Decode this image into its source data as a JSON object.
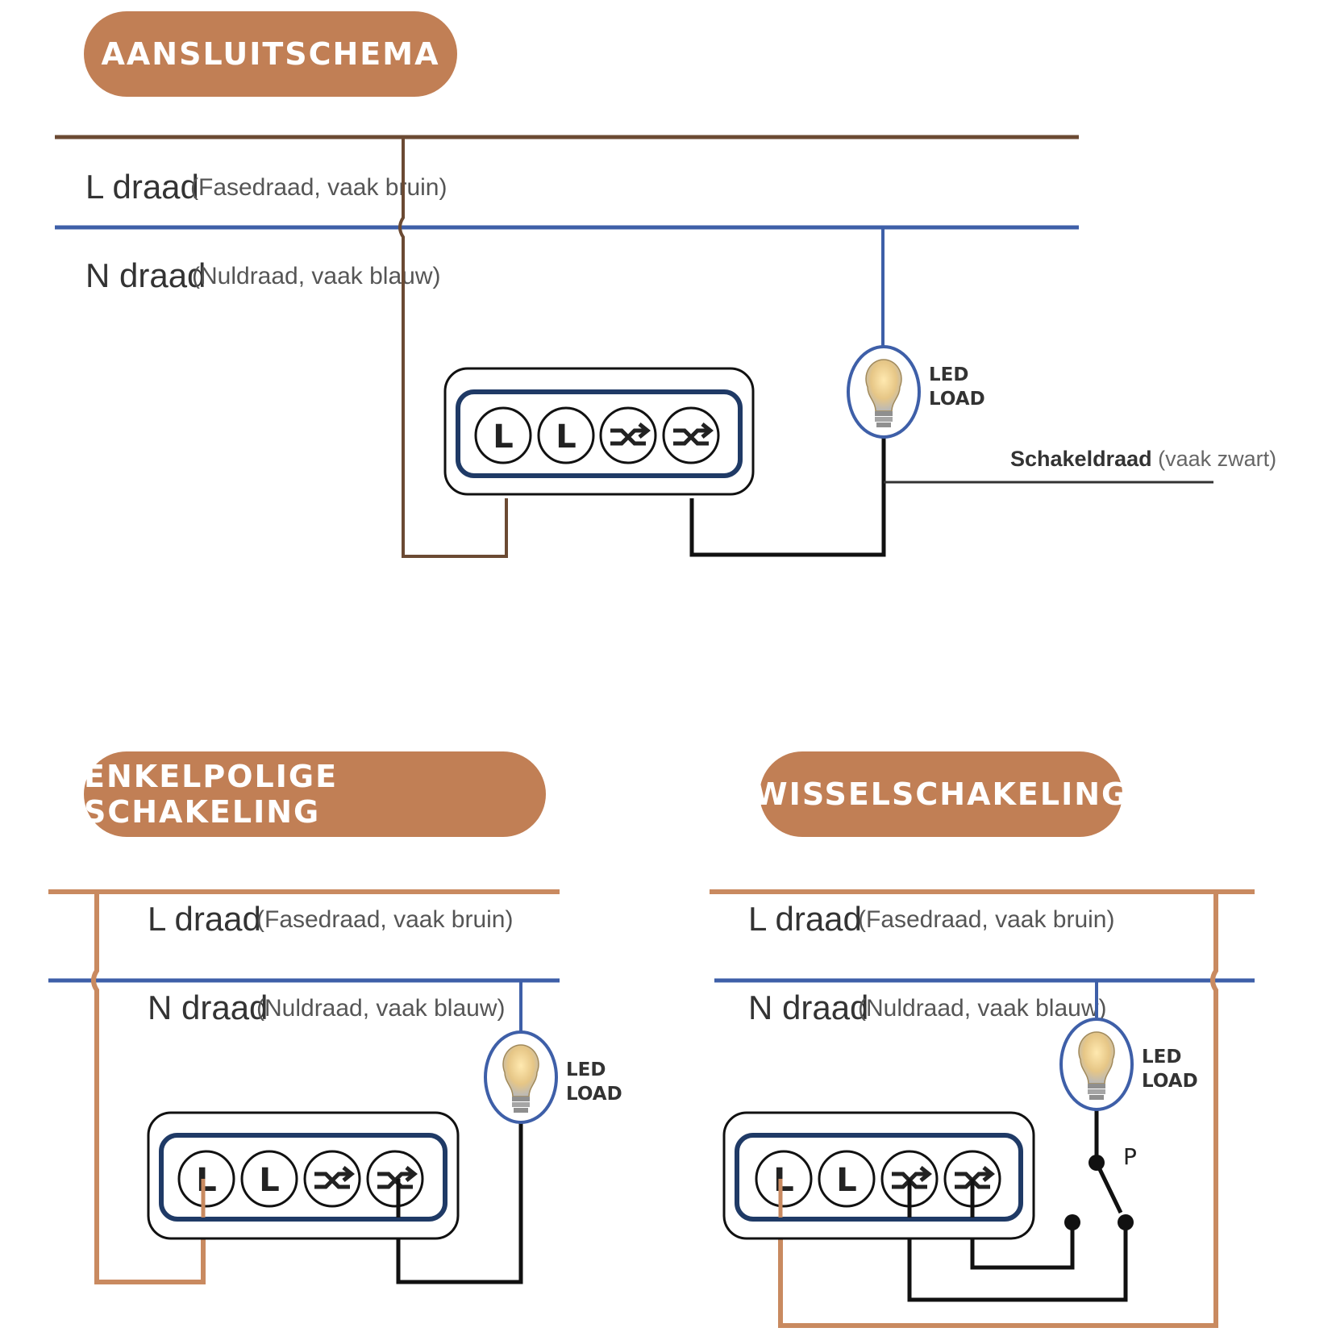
{
  "colors": {
    "accent": "#c17f55",
    "phase_wire_top": "#6b4a33",
    "phase_wire_bottom": "#c98a60",
    "neutral_wire": "#3e5fa8",
    "switch_wire": "#111111",
    "terminal_block": "#1f3a66"
  },
  "sections": [
    {
      "title": "AANSLUITSCHEMA",
      "l_wire_label": "L draad",
      "l_wire_note": "(Fasedraad, vaak bruin)",
      "n_wire_label": "N draad",
      "n_wire_note": "(Nuldraad, vaak blauw)",
      "load_line1": "LED",
      "load_line2": "LOAD",
      "switch_wire_label": "Schakeldraad",
      "switch_wire_note": "(vaak zwart)",
      "terminals": [
        "L",
        "L",
        "traveler-icon",
        "traveler-icon"
      ]
    },
    {
      "title": "ENKELPOLIGE SCHAKELING",
      "l_wire_label": "L draad",
      "l_wire_note": "(Fasedraad, vaak bruin)",
      "n_wire_label": "N draad",
      "n_wire_note": "(Nuldraad, vaak blauw)",
      "load_line1": "LED",
      "load_line2": "LOAD",
      "terminals": [
        "L",
        "L",
        "traveler-icon",
        "traveler-icon"
      ]
    },
    {
      "title": "WISSELSCHAKELING",
      "l_wire_label": "L draad",
      "l_wire_note": "(Fasedraad, vaak bruin)",
      "n_wire_label": "N draad",
      "n_wire_note": "(Nuldraad, vaak blauw)",
      "load_line1": "LED",
      "load_line2": "LOAD",
      "switch_label": "P",
      "terminals": [
        "L",
        "L",
        "traveler-icon",
        "traveler-icon"
      ]
    }
  ]
}
